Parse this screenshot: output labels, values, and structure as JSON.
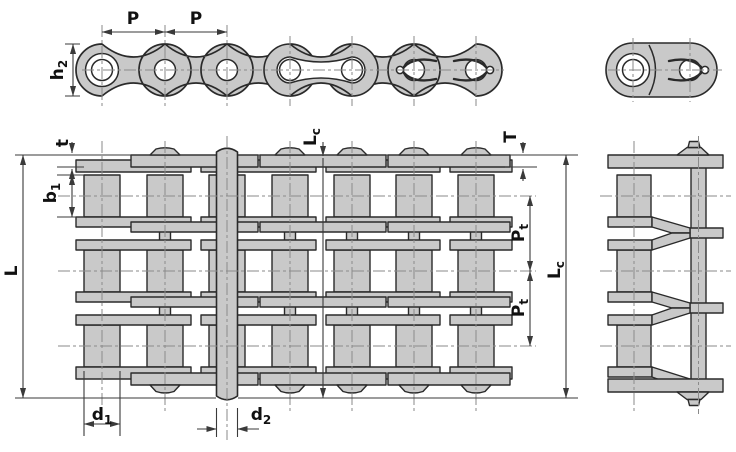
{
  "drawing_type": "triplex roller chain dimensional diagram",
  "labels": {
    "pitch_left": {
      "main": "P",
      "sub": ""
    },
    "pitch_right": {
      "main": "P",
      "sub": ""
    },
    "plate_height": {
      "main": "h",
      "sub": "2"
    },
    "plate_thickness": {
      "main": "t",
      "sub": ""
    },
    "inner_width": {
      "main": "b",
      "sub": "1"
    },
    "length_over_pins": {
      "main": "L",
      "sub": ""
    },
    "length_connecting_plan": {
      "main": "L",
      "sub": "c"
    },
    "outer_plate_thickness": {
      "main": "T",
      "sub": ""
    },
    "transverse_pitch_upper": {
      "main": "P",
      "sub": "t"
    },
    "transverse_pitch_lower": {
      "main": "P",
      "sub": "t"
    },
    "roller_diameter": {
      "main": "d",
      "sub": "1"
    },
    "pin_diameter": {
      "main": "d",
      "sub": "2"
    },
    "length_connecting_side": {
      "main": "L",
      "sub": "c"
    }
  },
  "colors": {
    "background": "#ffffff",
    "plate-fill": "#c9c9c9",
    "outline": "#2a2a2a",
    "centerline": "#8a8a8a",
    "dimension": "#3a3a3a",
    "label-text": "#111111",
    "hole-fill": "#ffffff"
  }
}
